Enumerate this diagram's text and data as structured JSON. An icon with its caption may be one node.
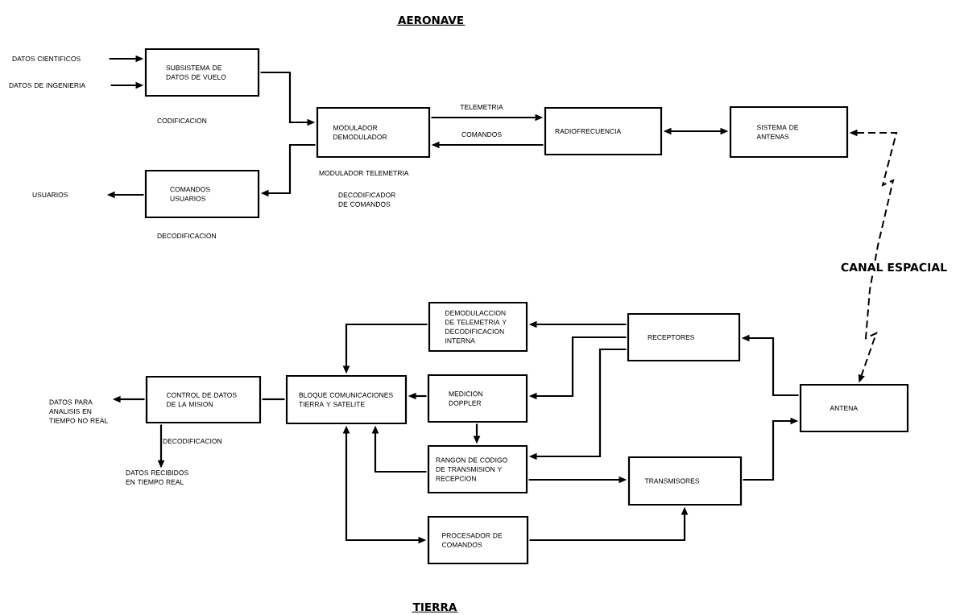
{
  "diagram": {
    "nodes": [
      {
        "text": [
          "DATOS CIENTIFICOS"
        ]
      },
      {
        "text": [
          "DATOS DE INGENIERIA"
        ]
      },
      {
        "text": [
          "SUBSISTEMA DE DATOS DE VUELO"
        ]
      },
      {
        "text": [
          "MODULADOR DEMODULADOR"
        ]
      },
      {
        "text": [
          "USUARIOS"
        ]
      },
      {
        "text": [
          "COMANDOS USUARIOS"
        ]
      },
      {
        "text": [
          "RADIOFRECUENCIA"
        ]
      },
      {
        "text": [
          "SISTEMA DE ANTENAS"
        ]
      },
      {
        "text": [
          "DEMODULACCION DE TELEMETRIA Y DECODIFICACION INTERNA"
        ]
      },
      {
        "text": [
          "RECEPTORES"
        ]
      },
      {
        "text": [
          "DATOS PARA ANALISIS EN TIEMPO NO REAL"
        ]
      },
      {
        "text": [
          "CONTROL DE DATOS DE LA MISION"
        ]
      },
      {
        "text": [
          "BLOQUE COMUNICACIONES TIERRA Y SATELITE"
        ]
      },
      {
        "text": [
          "MEDICION DOPPLER"
        ]
      },
      {
        "text": [
          "ANTENA"
        ]
      },
      {
        "text": [
          "DATOS RECIBIDOS EN TIEMPO REAL"
        ]
      },
      {
        "text": [
          "RANGON DE CODIGO DE TRANSMISION Y RECEPCION"
        ]
      },
      {
        "text": [
          "TRANSMISORES"
        ]
      },
      {
        "text": [
          "PROCESADOR DE COMANDOS"
        ]
      }
    ],
    "edges": [
      {
        "from": 0,
        "to": 2,
        "arrow": "to"
      },
      {
        "from": 1,
        "to": 2,
        "arrow": "to"
      },
      {
        "from": 2,
        "to": 3,
        "arrow": "to"
      },
      {
        "from": 3,
        "to": 5,
        "arrow": "to"
      },
      {
        "from": 5,
        "to": 4,
        "arrow": "to"
      },
      {
        "from": 3,
        "to": 6,
        "arrow": "to",
        "label": "TELEMETRIA"
      },
      {
        "from": 6,
        "to": 3,
        "arrow": "to",
        "label": "COMANDOS"
      },
      {
        "from": 6,
        "to": 7,
        "arrow": "both"
      },
      {
        "from": 7,
        "to": 14,
        "arrow": "both",
        "style": "dashed",
        "label": "CANAL ESPACIAL"
      },
      {
        "from": 9,
        "to": 8,
        "arrow": "to"
      },
      {
        "from": 8,
        "to": 12,
        "arrow": "to"
      },
      {
        "from": 9,
        "to": 13,
        "arrow": "to"
      },
      {
        "from": 9,
        "to": 16,
        "arrow": "to"
      },
      {
        "from": 13,
        "to": 12,
        "arrow": "to"
      },
      {
        "from": 13,
        "to": 16,
        "arrow": "to"
      },
      {
        "from": 16,
        "to": 12,
        "arrow": "to"
      },
      {
        "from": 16,
        "to": 17,
        "arrow": "to"
      },
      {
        "from": 18,
        "to": 17,
        "arrow": "to"
      },
      {
        "from": 14,
        "to": 9,
        "arrow": "to"
      },
      {
        "from": 17,
        "to": 14,
        "arrow": "to"
      },
      {
        "from": 12,
        "to": 18,
        "arrow": "both"
      },
      {
        "from": 11,
        "to": 12,
        "arrow": "none"
      },
      {
        "from": 11,
        "to": 10,
        "arrow": "to"
      },
      {
        "from": 11,
        "to": 15,
        "arrow": "to"
      }
    ],
    "labels": [
      "AERONAVE",
      "CODIFICACION",
      "MODULADOR TELEMETRIA",
      "DECODIFICADOR DE COMANDOS",
      "DECODIFICACION",
      "DECODIFICACION",
      "TIERRA"
    ]
  }
}
